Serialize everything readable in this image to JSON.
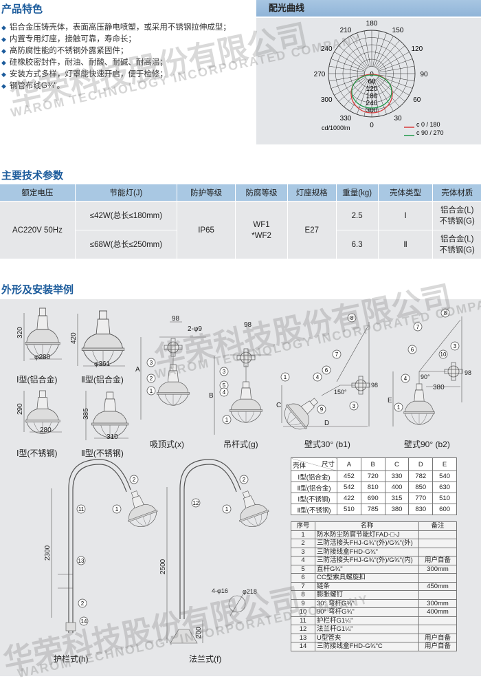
{
  "features": {
    "title": "产品特色",
    "items": [
      "铝合金压铸壳体，表面高压静电喷塑，或采用不锈钢拉伸成型；",
      "内置专用灯座，接触可靠，寿命长；",
      "高防腐性能的不锈钢外露紧固件；",
      "硅橡胶密封件，耐油、耐酸、耐碱、耐高温；",
      "安装方式多样，灯罩能快速开启，便于检修；",
      "钢管布线G¾\"。"
    ]
  },
  "light_curve": {
    "title": "配光曲线",
    "angle_labels": [
      "180",
      "150",
      "120",
      "90",
      "60",
      "30",
      "0",
      "330",
      "300",
      "270",
      "240",
      "210"
    ],
    "radial_labels": [
      "0",
      "60",
      "120",
      "180",
      "240",
      "300"
    ],
    "unit": "cd/1000lm",
    "legend": [
      {
        "label": "c 0 / 180",
        "color": "#d83a3a"
      },
      {
        "label": "c 90 / 270",
        "color": "#1e9a4a"
      }
    ]
  },
  "specs": {
    "title": "主要技术参数",
    "headers": [
      "额定电压",
      "节能灯(J)",
      "防护等级",
      "防腐等级",
      "灯座规格",
      "重量(kg)",
      "壳体类型",
      "壳体材质"
    ],
    "voltage": "AC220V  50Hz",
    "lamp_1": "≤42W(总长≤180mm)",
    "lamp_2": "≤68W(总长≤250mm)",
    "ip": "IP65",
    "anticorrosion_1": "WF1",
    "anticorrosion_2": "*WF2",
    "socket": "E27",
    "weight_1": "2.5",
    "weight_2": "6.3",
    "type_1": "Ⅰ",
    "type_2": "Ⅱ",
    "material_1": "铝合金(L)",
    "material_2": "不锈钢(G)"
  },
  "install": {
    "title": "外形及安装举例",
    "lamps": [
      {
        "caption": "Ⅰ型(铝合金)",
        "height": "320",
        "width": "φ280"
      },
      {
        "caption": "Ⅱ型(铝合金)",
        "height": "420",
        "width": "φ361"
      },
      {
        "caption": "Ⅰ型(不锈钢)",
        "height": "290",
        "width": "280"
      },
      {
        "caption": "Ⅱ型(不锈钢)",
        "height": "385",
        "width": "310"
      }
    ],
    "ceiling": {
      "caption": "吸顶式(x)",
      "dim": "98",
      "holes": "2-φ9",
      "a": "A"
    },
    "pendant": {
      "caption": "吊杆式(g)",
      "dim": "98",
      "b": "B"
    },
    "wall30": {
      "caption": "壁式30°  (b1)",
      "angle": "150°",
      "c": "C",
      "d": "D",
      "dim": "98"
    },
    "wall90": {
      "caption": "壁式90°  (b2)",
      "angle": "90°",
      "e": "E",
      "dim": "380",
      "dim2": "98"
    },
    "rail": {
      "caption": "护栏式(h)",
      "height": "2300"
    },
    "flange": {
      "caption": "法兰式(f)",
      "height": "2500",
      "base": "200",
      "holes": "4-φ16",
      "pcd": "φ218"
    },
    "callouts": [
      "1",
      "2",
      "3",
      "4",
      "5",
      "6",
      "7",
      "8",
      "9",
      "10",
      "11",
      "12",
      "13",
      "14"
    ]
  },
  "dim_table": {
    "corner_top": "尺寸",
    "corner_bottom": "壳体",
    "headers": [
      "A",
      "B",
      "C",
      "D",
      "E"
    ],
    "rows": [
      {
        "name": "Ⅰ型(铝合金)",
        "values": [
          "452",
          "720",
          "330",
          "782",
          "540"
        ]
      },
      {
        "name": "Ⅱ型(铝合金)",
        "values": [
          "542",
          "810",
          "400",
          "850",
          "630"
        ]
      },
      {
        "name": "Ⅰ型(不锈钢)",
        "values": [
          "422",
          "690",
          "315",
          "770",
          "510"
        ]
      },
      {
        "name": "Ⅱ型(不锈钢)",
        "values": [
          "510",
          "785",
          "380",
          "830",
          "600"
        ]
      }
    ]
  },
  "parts": {
    "headers": [
      "序号",
      "名称",
      "备注"
    ],
    "rows": [
      {
        "no": "1",
        "name": "防水防尘防腐节能灯FAD-□-J",
        "note": ""
      },
      {
        "no": "2",
        "name": "三防活接头FHJ-G¾\"(外)/G¾\"(外)",
        "note": ""
      },
      {
        "no": "3",
        "name": "三防接线盒FHD-G¾\"",
        "note": ""
      },
      {
        "no": "4",
        "name": "三防活接头FHJ-G¾\"(外)/G¾\"(内)",
        "note": "用户自备"
      },
      {
        "no": "5",
        "name": "直杆G¾\"",
        "note": "300mm"
      },
      {
        "no": "6",
        "name": "CC型索具螺旋扣",
        "note": ""
      },
      {
        "no": "7",
        "name": "链条",
        "note": "450mm"
      },
      {
        "no": "8",
        "name": "膨胀螺钉",
        "note": ""
      },
      {
        "no": "9",
        "name": "30° 弯杆G¾\"",
        "note": "300mm"
      },
      {
        "no": "10",
        "name": "90° 弯杆G¾\"",
        "note": "400mm"
      },
      {
        "no": "11",
        "name": "护栏杆G1¼\"",
        "note": ""
      },
      {
        "no": "12",
        "name": "法兰杆G1¼\"",
        "note": ""
      },
      {
        "no": "13",
        "name": "U型管夹",
        "note": "用户自备"
      },
      {
        "no": "14",
        "name": "三防接线盒FHD-G¾\"C",
        "note": "用户自备"
      }
    ]
  },
  "watermark": {
    "cn": "华荣科技股份有限公司",
    "en": "WAROM TECHNOLOGY INCORPORATED COMPANY"
  }
}
